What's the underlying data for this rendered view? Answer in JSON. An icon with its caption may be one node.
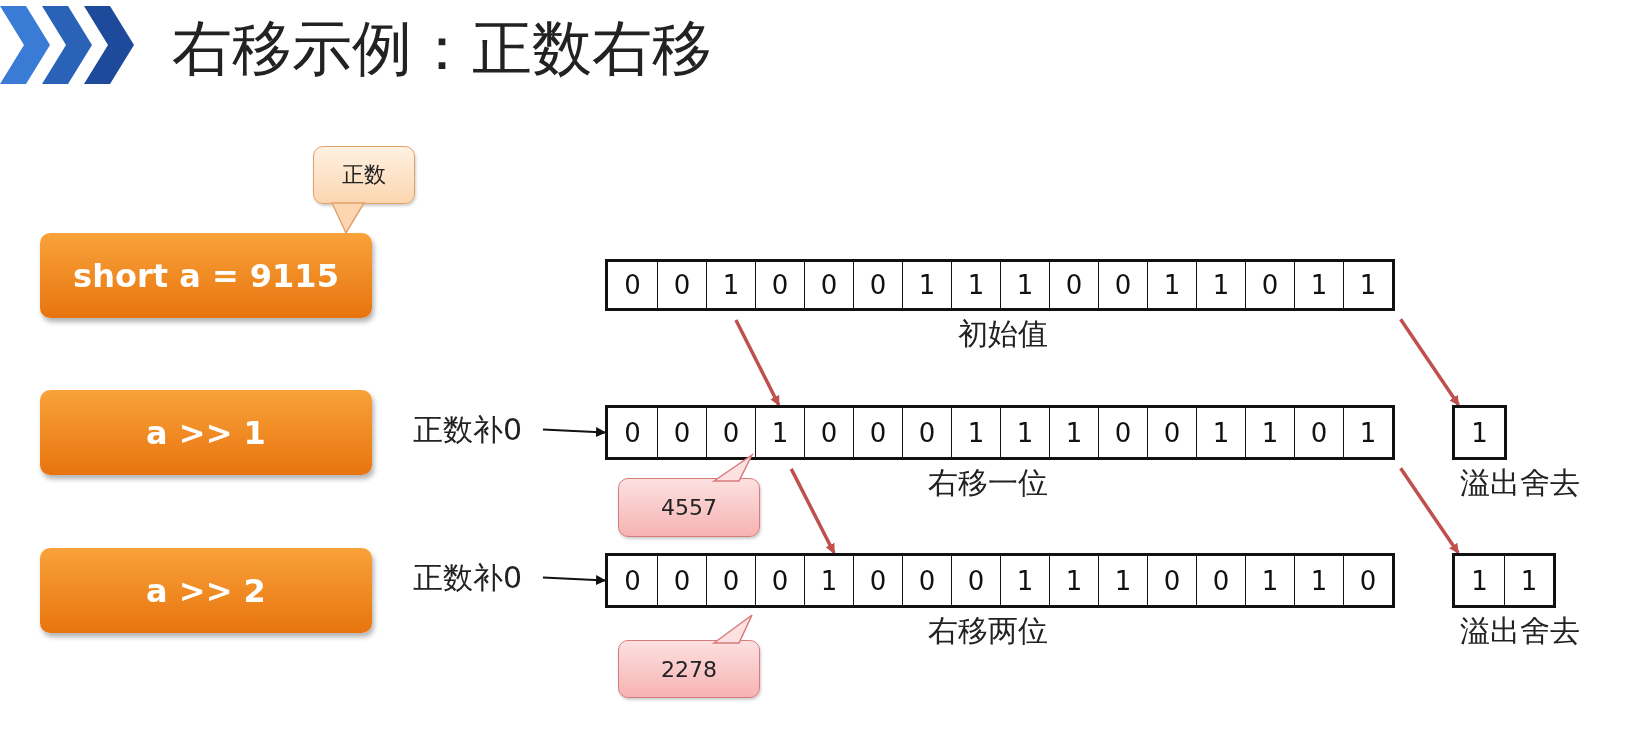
{
  "diagram": {
    "title": "右移示例：正数右移",
    "nodes": [
      {
        "text": [
          "正数"
        ]
      },
      {
        "text": [
          "short a = 9115"
        ]
      },
      {
        "text": [
          "a >> 1"
        ]
      },
      {
        "text": [
          "a >> 2"
        ]
      },
      {
        "text": [
          "0",
          "0",
          "1",
          "0",
          "0",
          "0",
          "1",
          "1",
          "1",
          "0",
          "0",
          "1",
          "1",
          "0",
          "1",
          "1"
        ],
        "beside": [
          "初始值"
        ]
      },
      {
        "text": [
          "正数补0"
        ]
      },
      {
        "text": [
          "0",
          "0",
          "0",
          "1",
          "0",
          "0",
          "0",
          "1",
          "1",
          "1",
          "0",
          "0",
          "1",
          "1",
          "0",
          "1"
        ],
        "beside": [
          "右移一位"
        ]
      },
      {
        "text": [
          "1"
        ],
        "beside": [
          "溢出舍去"
        ]
      },
      {
        "text": [
          "4557"
        ]
      },
      {
        "text": [
          "正数补0"
        ]
      },
      {
        "text": [
          "0",
          "0",
          "0",
          "0",
          "1",
          "0",
          "0",
          "0",
          "1",
          "1",
          "1",
          "0",
          "0",
          "1",
          "1",
          "0"
        ],
        "beside": [
          "右移两位"
        ]
      },
      {
        "text": [
          "1",
          "1"
        ],
        "beside": [
          "溢出舍去"
        ]
      },
      {
        "text": [
          "2278"
        ]
      }
    ],
    "edges": [
      {
        "from": 5,
        "to": 6,
        "arrow": "to",
        "color": "#111111"
      },
      {
        "from": 9,
        "to": 10,
        "arrow": "to",
        "color": "#111111"
      },
      {
        "from": 4,
        "to": 6,
        "arrow": "to"
      },
      {
        "from": 4,
        "to": 7,
        "arrow": "to"
      },
      {
        "from": 6,
        "to": 10,
        "arrow": "to"
      },
      {
        "from": 6,
        "to": 11,
        "arrow": "to"
      }
    ]
  }
}
